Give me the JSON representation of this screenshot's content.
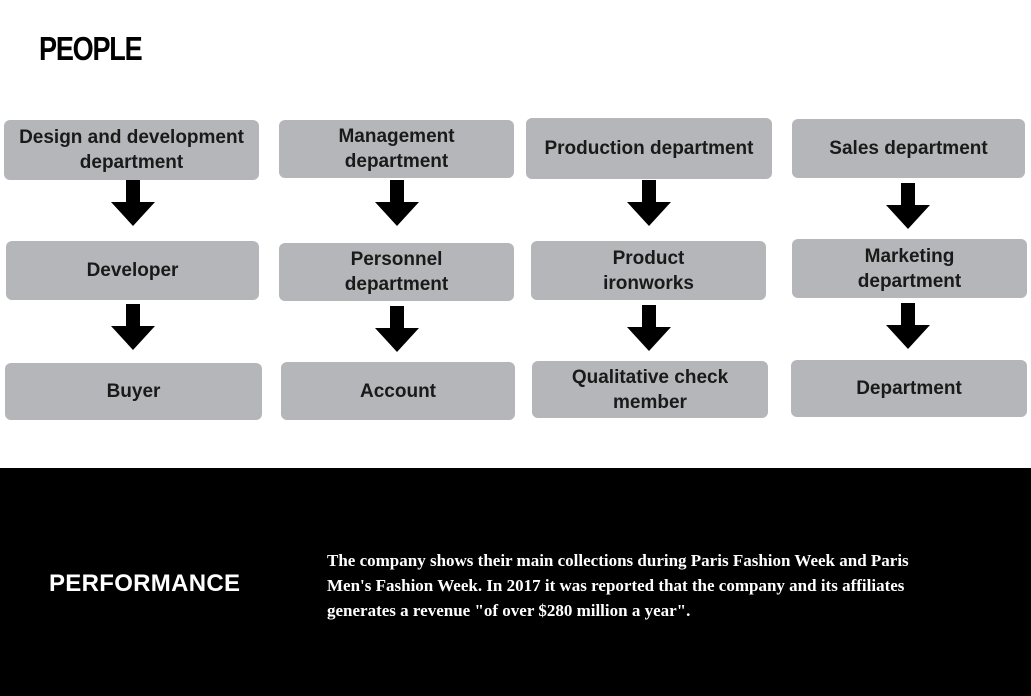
{
  "title": "PEOPLE",
  "columns": [
    {
      "boxes": [
        "Design and development department",
        "Developer",
        "Buyer"
      ]
    },
    {
      "boxes": [
        "Management department",
        "Personnel department",
        "Account"
      ]
    },
    {
      "boxes": [
        "Production department",
        "Product ironworks",
        "Qualitative check member"
      ]
    },
    {
      "boxes": [
        "Sales department",
        "Marketing department",
        "Department"
      ]
    }
  ],
  "performance": {
    "title": "PERFORMANCE",
    "text": "The company shows their main collections during Paris Fashion Week and Paris Men's Fashion Week. In 2017 it was reported that the company and its affiliates generates a revenue \"of over $280 million a year\"."
  },
  "colors": {
    "box": "#b4b6b9",
    "band": "#000000",
    "arrow": "#000000"
  }
}
